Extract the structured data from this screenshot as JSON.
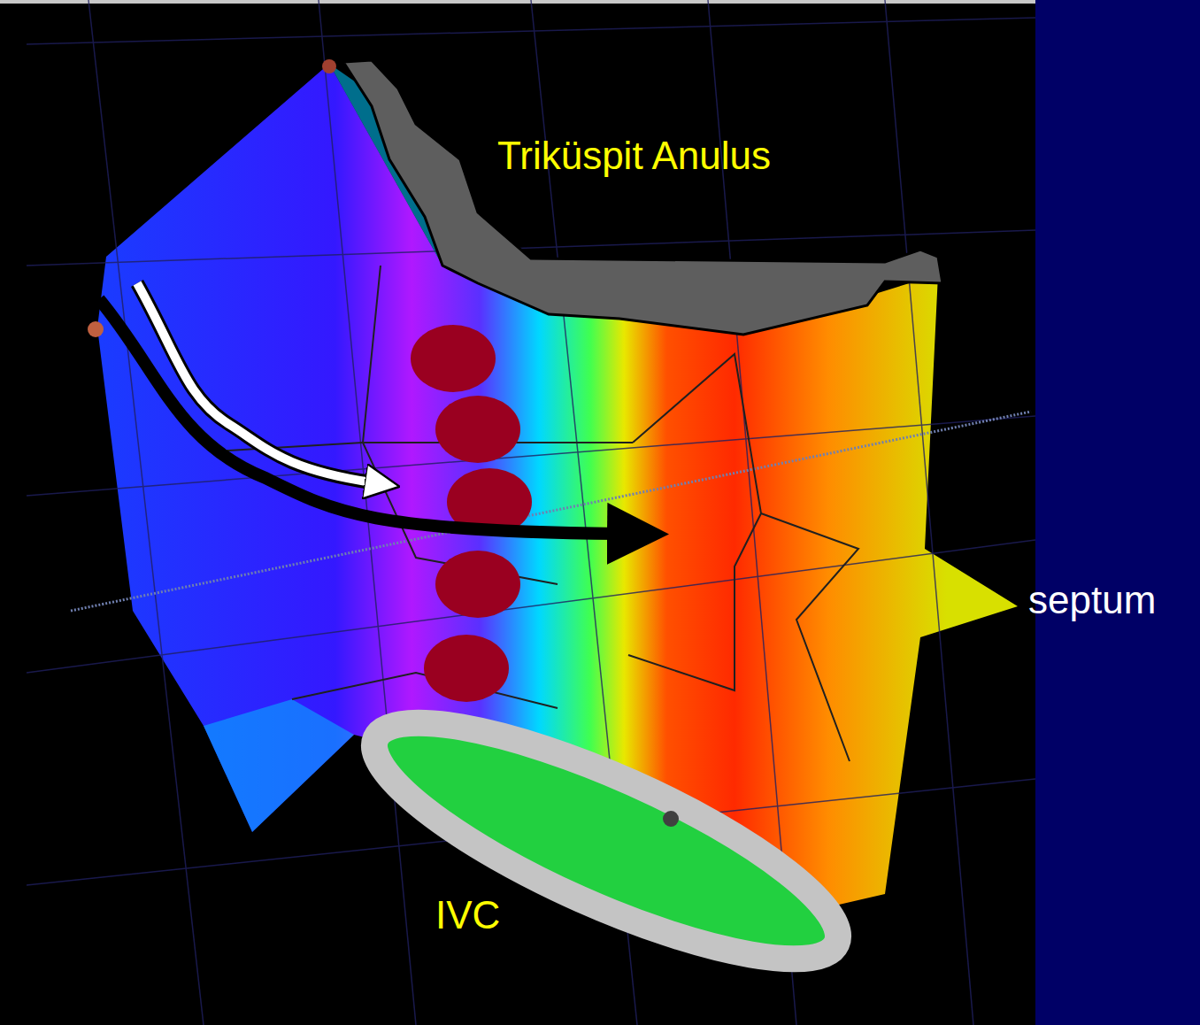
{
  "diagram": {
    "labels": [
      "Triküspit Anulus",
      "septum",
      "IVC"
    ]
  }
}
